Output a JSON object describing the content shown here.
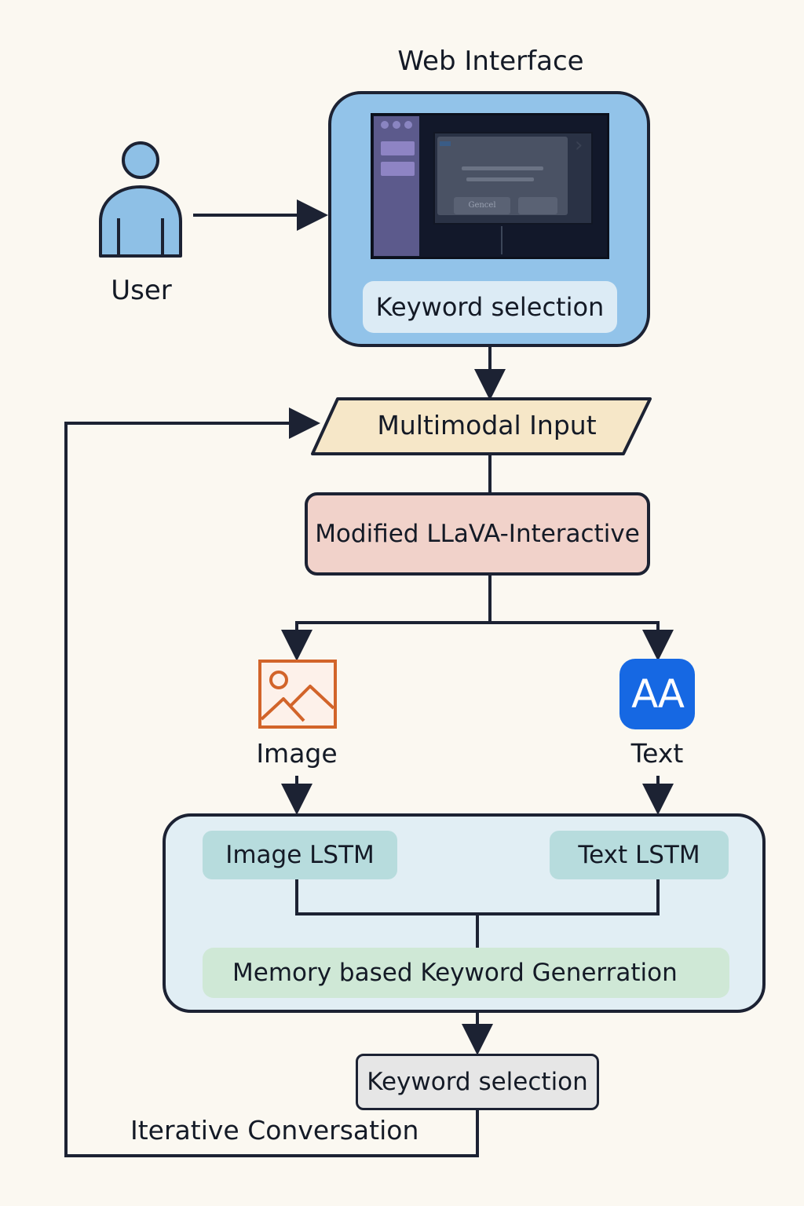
{
  "web_interface": {
    "title": "Web Interface",
    "dialog_button": "Gencel",
    "keyword_selection": "Keyword selection"
  },
  "user": {
    "label": "User"
  },
  "multimodal_input": {
    "label": "Multimodal Input"
  },
  "model": {
    "label": "Modified LLaVA-Interactive"
  },
  "image_branch": {
    "label": "Image",
    "icon": "image-icon"
  },
  "text_branch": {
    "label": "Text",
    "icon_text": "AA"
  },
  "memory_panel": {
    "image_lstm": "Image LSTM",
    "text_lstm": "Text LSTM",
    "generation": "Memory based Keyword Generration"
  },
  "output": {
    "keyword_selection": "Keyword selection"
  },
  "loop": {
    "label": "Iterative Conversation"
  },
  "colors": {
    "background": "#fbf8f1",
    "web_panel": "#92c3e9",
    "multimodal_input": "#f6e7c8",
    "model": "#f1d2ca",
    "lstm": "#b7dcdd",
    "generation": "#cfe8d6",
    "memory_panel": "#e1eef4",
    "text_icon": "#1668e3",
    "image_icon": "#d2642a",
    "stroke": "#1c2233"
  }
}
